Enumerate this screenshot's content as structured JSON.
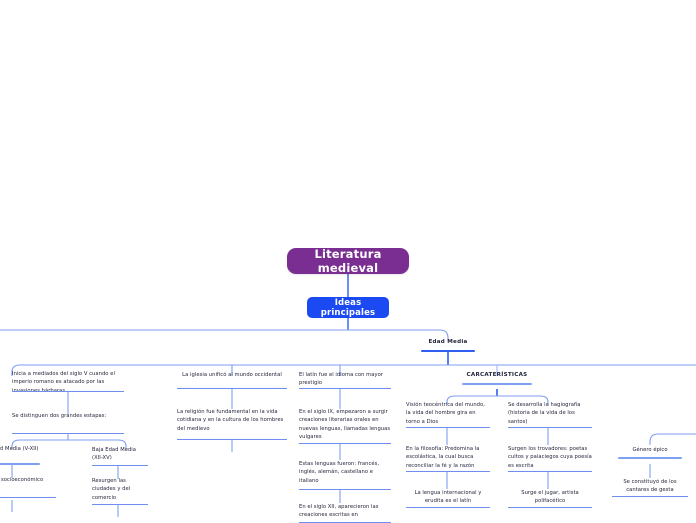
{
  "diagram": {
    "type": "mind-map",
    "title": "Literatura medieval",
    "language": "es",
    "colors": {
      "root_fill": "#7a2e92",
      "level1_fill": "#1b49f2",
      "link_stroke": "#7f9ef2",
      "underline_strong": "#2f5ef0",
      "underline_light": "#6f8ff0",
      "text": "#22243a",
      "background": "#ffffff"
    },
    "root": {
      "label": "Literatura medieval"
    },
    "level1": {
      "label": "Ideas principales"
    },
    "level2": {
      "label": "Edad Media"
    },
    "branches": {
      "inicio": {
        "label": "Inicia a mediados del siglo V cuando el imperio romano es atacado por las invasiones bárbaras",
        "child": {
          "label": "Se distinguen dos grandes estapas:"
        },
        "etapas": [
          {
            "label": "Alta Edad Media (V-XII)",
            "child": {
              "label": "Sistema socioeconómico feudal"
            }
          },
          {
            "label": "Baja Edad Media (XII-XV)",
            "child": {
              "label": "Resurgen las ciudades y del comercio"
            }
          }
        ]
      },
      "iglesia": {
        "label": "La iglesia unificó al mundo occidental",
        "child": {
          "label": "La religión fue fundamental en la vida cotidiana y en la cultura de los hombres del medievo"
        }
      },
      "latin": {
        "label": "El latín fue el idioma con mayor prestigio",
        "children": [
          {
            "label": "En el siglo IX, empezaron a surgir creaciones literarias orales en nuevas lenguas, llamadas lenguas vulgares"
          },
          {
            "label": "Estas lenguas fueron: francés, inglés, alemán, castellano e italiano"
          },
          {
            "label": "En el siglo XII, aparecieron las creaciones escritas en"
          }
        ]
      },
      "caracteristicas": {
        "label": "CARCATERÍSTICAS",
        "children": [
          {
            "label": "Visión teocéntrica del mundo, la vida del hombre gira en torno a Dios",
            "child": {
              "label": "En la filosofía: Predomina la escolástica, la cual busca reconciliar la fé y la razón"
            },
            "grandchild": {
              "label": "La lengua internacional y erudita es el latín"
            }
          },
          {
            "label": "Se desarrolla la hagiografía (historia de la vida de los santos)",
            "child": {
              "label": "Surgen los trovadores: poetas cultos y palaciegos cuya poesía es escrita"
            },
            "grandchild": {
              "label": "Surge el jugar, artista polifacético"
            }
          }
        ],
        "epico": {
          "label": "Género épico",
          "child": {
            "label": "Se constituyó de los cantares de gesta"
          }
        }
      }
    }
  }
}
